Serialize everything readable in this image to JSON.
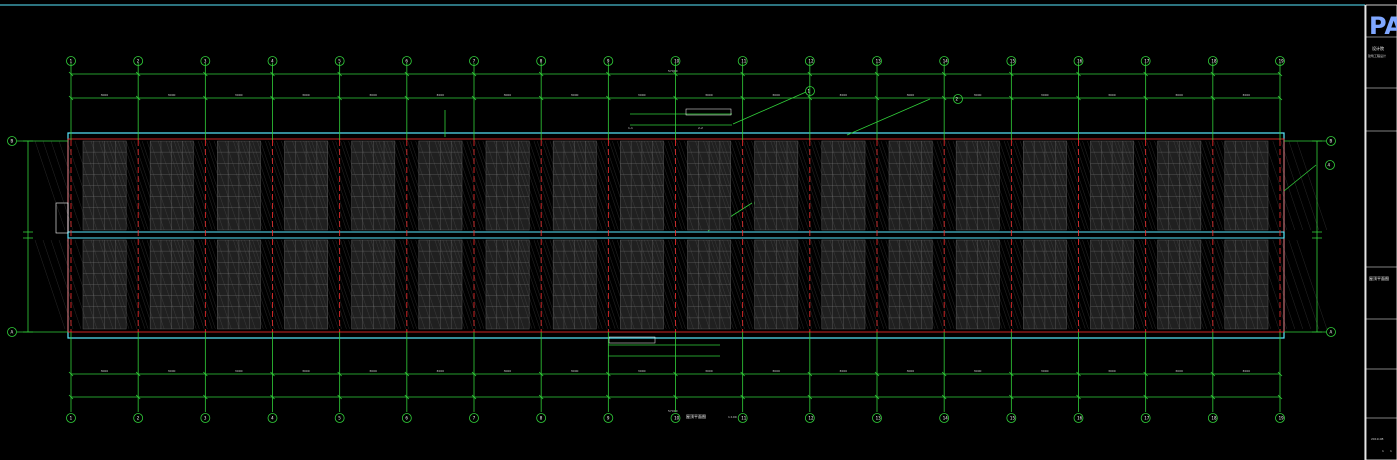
{
  "drawing": {
    "title": "屋顶平面图",
    "scale": "1:100",
    "colors": {
      "background": "#000000",
      "frame": "#58e9ff",
      "axis_green": "#31d13a",
      "axis_red": "#ff2f2f",
      "panel_fill": "#202020",
      "panel_grid": "#8a8a8a",
      "white": "#ffffff"
    },
    "grid": {
      "column_labels": [
        "1",
        "2",
        "3",
        "4",
        "5",
        "6",
        "7",
        "8",
        "9",
        "10",
        "11",
        "12",
        "13",
        "14",
        "15",
        "16",
        "17",
        "18",
        "19"
      ],
      "row_labels": [
        "A",
        "B"
      ],
      "total_length_label": "57000",
      "top_span_labels": [
        "3000",
        "3000",
        "3000",
        "3000",
        "3000",
        "3000",
        "3000",
        "3000",
        "3000",
        "3000",
        "3000",
        "3000",
        "3000",
        "3000",
        "3000",
        "3000",
        "3000",
        "3000"
      ]
    },
    "annotations": {
      "callout_top_a": "1",
      "callout_top_b": "2",
      "callout_mid": "3",
      "callout_right": "4",
      "section_note_left": "1-1",
      "section_note_mid": "2-2"
    },
    "titleblock": {
      "logo_text": "PA",
      "company_line_1": "设计院",
      "company_line_2": "建筑工程设计",
      "project_label": "屋顶平面图",
      "sheet_no": "1",
      "sheet_total": "1",
      "date_label": "2019.08"
    }
  }
}
